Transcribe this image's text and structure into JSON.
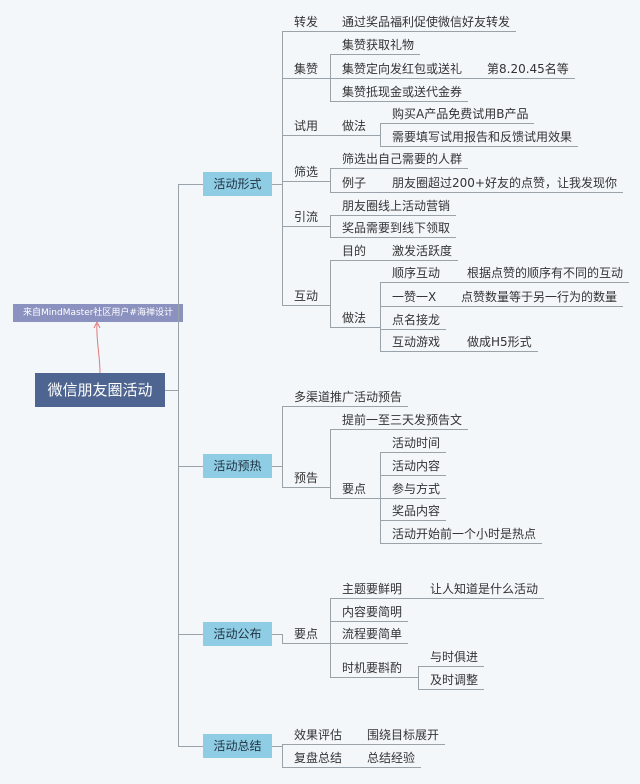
{
  "callout": "来自MindMaster社区用户#海禅设计",
  "root": "微信朋友圈活动",
  "b": [
    {
      "t": "活动形式",
      "c": [
        {
          "t": "转发",
          "c": [
            {
              "t": "通过奖品福利促使微信好友转发"
            }
          ]
        },
        {
          "t": "集赞",
          "c": [
            {
              "t": "集赞获取礼物"
            },
            {
              "t": "集赞定向发红包或送礼",
              "c": [
                {
                  "t": "第8.20.45名等"
                }
              ]
            },
            {
              "t": "集赞抵现金或送代金券"
            }
          ]
        },
        {
          "t": "试用",
          "c": [
            {
              "t": "做法",
              "c": [
                {
                  "t": "购买A产品免费试用B产品"
                },
                {
                  "t": "需要填写试用报告和反馈试用效果"
                }
              ]
            }
          ]
        },
        {
          "t": "筛选",
          "c": [
            {
              "t": "筛选出自己需要的人群"
            },
            {
              "t": "例子",
              "c": [
                {
                  "t": "朋友圈超过200+好友的点赞，让我发现你"
                }
              ]
            }
          ]
        },
        {
          "t": "引流",
          "c": [
            {
              "t": "朋友圈线上活动营销"
            },
            {
              "t": "奖品需要到线下领取"
            }
          ]
        },
        {
          "t": "互动",
          "c": [
            {
              "t": "目的",
              "c": [
                {
                  "t": "激发活跃度"
                }
              ]
            },
            {
              "t": "做法",
              "c": [
                {
                  "t": "顺序互动",
                  "c": [
                    {
                      "t": "根据点赞的顺序有不同的互动"
                    }
                  ]
                },
                {
                  "t": "一赞一X",
                  "c": [
                    {
                      "t": "点赞数量等于另一行为的数量"
                    }
                  ]
                },
                {
                  "t": "点名接龙"
                },
                {
                  "t": "互动游戏",
                  "c": [
                    {
                      "t": "做成H5形式"
                    }
                  ]
                }
              ]
            }
          ]
        }
      ]
    },
    {
      "t": "活动预热",
      "c": [
        {
          "t": "多渠道推广活动预告"
        },
        {
          "t": "预告",
          "c": [
            {
              "t": "提前一至三天发预告文"
            },
            {
              "t": "要点",
              "c": [
                {
                  "t": "活动时间"
                },
                {
                  "t": "活动内容"
                },
                {
                  "t": "参与方式"
                },
                {
                  "t": "奖品内容"
                },
                {
                  "t": "活动开始前一个小时是热点"
                }
              ]
            }
          ]
        }
      ]
    },
    {
      "t": "活动公布",
      "c": [
        {
          "t": "要点",
          "c": [
            {
              "t": "主题要鲜明",
              "c": [
                {
                  "t": "让人知道是什么活动"
                }
              ]
            },
            {
              "t": "内容要简明"
            },
            {
              "t": "流程要简单"
            },
            {
              "t": "时机要斟酌",
              "c": [
                {
                  "t": "与时俱进"
                },
                {
                  "t": "及时调整"
                }
              ]
            }
          ]
        }
      ]
    },
    {
      "t": "活动总结",
      "c": [
        {
          "t": "效果评估",
          "c": [
            {
              "t": "围绕目标展开"
            }
          ]
        },
        {
          "t": "复盘总结",
          "c": [
            {
              "t": "总结经验"
            }
          ]
        }
      ]
    }
  ]
}
